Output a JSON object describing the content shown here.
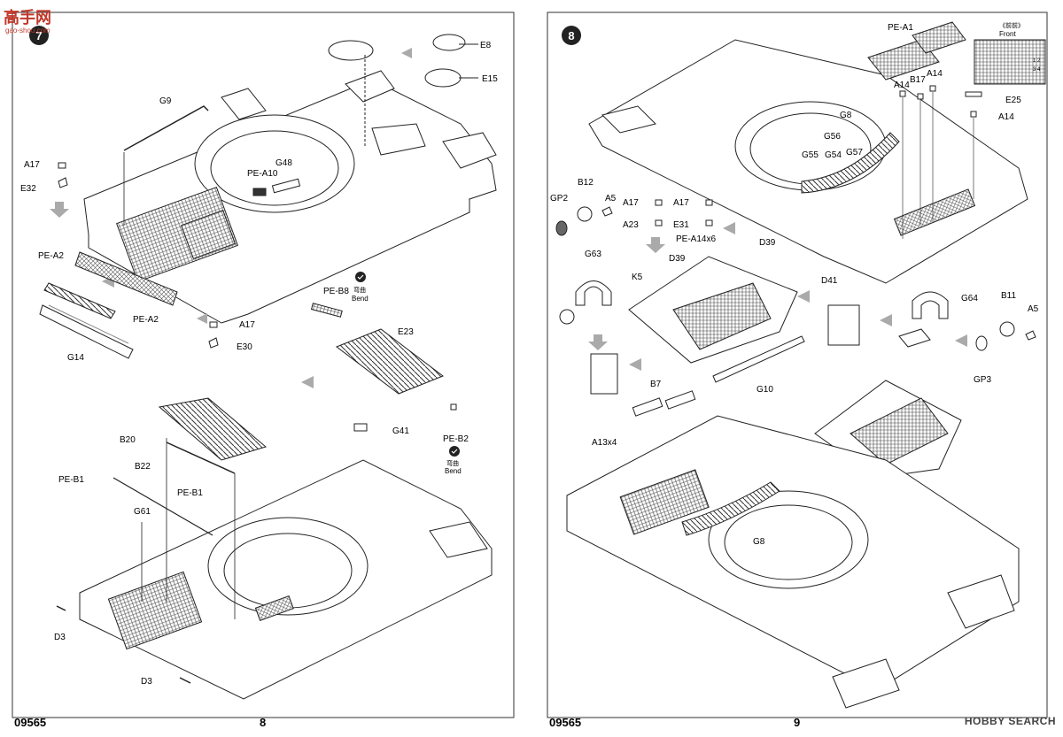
{
  "watermark": {
    "top_left": "高手网",
    "top_left_sub": "gao-shou.com",
    "bottom_right": "HOBBY SEARCH"
  },
  "left_page": {
    "code": "09565",
    "page_number": "8",
    "step_number": "7",
    "labels": {
      "G9": "G9",
      "A17_1": "A17",
      "E32": "E32",
      "G48": "G48",
      "PE_A10": "PE-A10",
      "E8": "E8",
      "E15": "E15",
      "PE_A2_1": "PE-A2",
      "PE_A2_2": "PE-A2",
      "G14": "G14",
      "A17_2": "A17",
      "E30": "E30",
      "PE_B8": "PE-B8",
      "E23": "E23",
      "G41": "G41",
      "PE_B2": "PE-B2",
      "B20": "B20",
      "B22": "B22",
      "PE_B1_1": "PE-B1",
      "PE_B1_2": "PE-B1",
      "G61": "G61",
      "D3_1": "D3",
      "D3_2": "D3"
    },
    "bend_cn": "弯曲",
    "bend_en": "Bend"
  },
  "right_page": {
    "code": "09565",
    "page_number": "9",
    "step_number": "8",
    "labels": {
      "PE_A1": "PE-A1",
      "A14_1": "A14",
      "A14_2": "A14",
      "B17": "B17",
      "E25": "E25",
      "A14_3": "A14",
      "G8_1": "G8",
      "G56": "G56",
      "G55": "G55",
      "G54": "G54",
      "G57": "G57",
      "D41": "D41",
      "B12": "B12",
      "GP2": "GP2",
      "A5_1": "A5",
      "A17_1": "A17",
      "A17_2": "A17",
      "A23": "A23",
      "E31": "E31",
      "PE_A14x6": "PE-A14x6",
      "D39_1": "D39",
      "D39_2": "D39",
      "G63": "G63",
      "K5": "K5",
      "G64": "G64",
      "B11": "B11",
      "A5_2": "A5",
      "GP3": "GP3",
      "G10": "G10",
      "B7": "B7",
      "A13x4": "A13x4",
      "G8_2": "G8"
    },
    "front_cn": "《前前》",
    "front_en": "Front",
    "grid_nums": [
      "1",
      "2",
      "3",
      "4"
    ]
  }
}
